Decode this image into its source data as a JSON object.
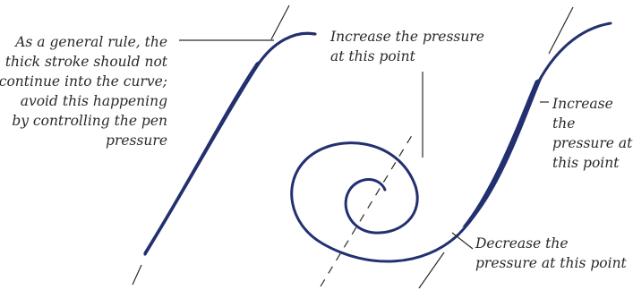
{
  "annotations": {
    "left": "As a general rule, the\nthick stroke should not\ncontinue into the curve;\navoid this happening\nby controlling the pen\npressure",
    "center": "Increase the pressure\nat this point",
    "right": "Increase the\npressure at\nthis point",
    "bottom": "Decrease the\npressure at this point"
  },
  "colors": {
    "ink": "#23306f",
    "leader": "#2a2a2a",
    "guide": "#2a2a2a"
  }
}
